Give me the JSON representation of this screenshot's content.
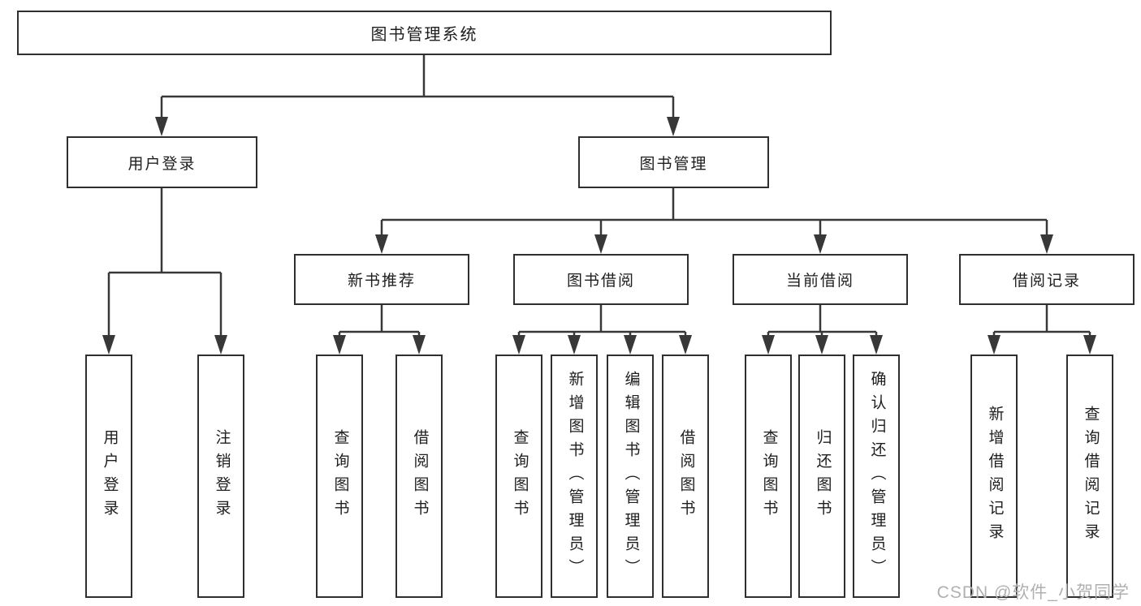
{
  "colors": {
    "line": "#383838",
    "box_border": "#2f2f2f",
    "box_background": "#ffffff",
    "text": "#1e1e1e",
    "watermark": "#b0b0b0",
    "page_background": "#ffffff"
  },
  "watermark": "CSDN @软件_小贺同学",
  "nodes": {
    "root": "图书管理系统",
    "branches": {
      "user_login": {
        "label": "用户登录",
        "children": [
          "用户登录",
          "注销登录"
        ]
      },
      "book_management": {
        "label": "图书管理",
        "children": {
          "new_book_recommend": {
            "label": "新书推荐",
            "children": [
              "查询图书",
              "借阅图书"
            ]
          },
          "book_borrowing": {
            "label": "图书借阅",
            "children": [
              "查询图书",
              "新增图书（管理员）",
              "编辑图书（管理员）",
              "借阅图书"
            ]
          },
          "current_borrowing": {
            "label": "当前借阅",
            "children": [
              "查询图书",
              "归还图书",
              "确认归还（管理员）"
            ]
          },
          "borrowing_records": {
            "label": "借阅记录",
            "children": [
              "新增借阅记录",
              "查询借阅记录"
            ]
          }
        }
      }
    }
  }
}
